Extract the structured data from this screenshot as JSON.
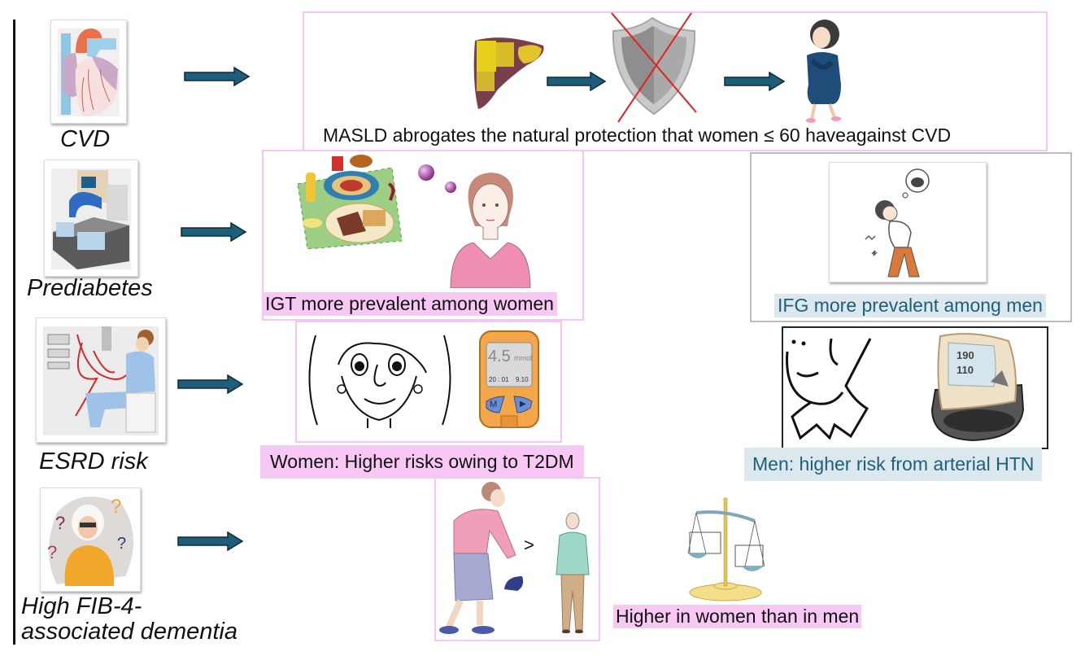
{
  "categories": [
    {
      "label": "CVD",
      "icon": "heart-anatomy-icon"
    },
    {
      "label": "Prediabetes",
      "icon": "lab-analyzer-icon"
    },
    {
      "label": "ESRD risk",
      "icon": "dialysis-patient-icon"
    },
    {
      "label_line1": "High FIB-4-",
      "label_line2": "associated dementia",
      "icon": "confused-elderly-woman-icon"
    }
  ],
  "cvd_panel": {
    "caption": "MASLD abrogates the natural protection that women ≤ 60 haveagainst CVD",
    "icons": [
      "fatty-liver-icon",
      "crossed-shield-icon",
      "woman-chest-pain-icon"
    ]
  },
  "prediabetes": {
    "women_caption": "IGT more prevalent among women",
    "men_caption": "IFG more prevalent among men",
    "icons": [
      "fast-food-table-icon",
      "thought-bubbles-icon",
      "woman-portrait-icon",
      "hungry-man-icon"
    ]
  },
  "esrd": {
    "women_caption": "Women: Higher risks owing to T2DM",
    "men_caption": "Men: higher risk from arterial HTN",
    "glucometer": {
      "reading": "4.5",
      "unit": "mmol",
      "time": "20 : 01",
      "date": "9.10",
      "button_m": "M",
      "button_play": "▶"
    },
    "bp_monitor": {
      "systolic": "190",
      "diastolic": "110"
    }
  },
  "dementia": {
    "comparison_symbol": ">",
    "caption": "Higher in women than in men",
    "icons": [
      "elderly-woman-icon",
      "elderly-man-icon",
      "balance-scale-icon"
    ]
  },
  "colors": {
    "arrow": "#1f5e7a",
    "pink_border": "#f3c6f3",
    "pink_highlight": "#f7c8f3",
    "blue_highlight": "#dbe9ef",
    "blue_text": "#1f5e7a"
  }
}
